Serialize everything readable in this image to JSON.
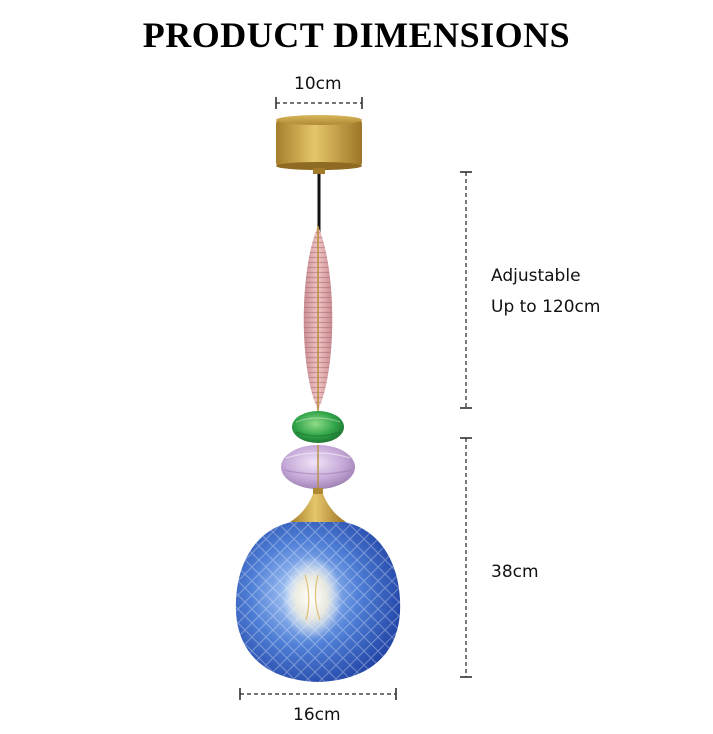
{
  "title": "PRODUCT DIMENSIONS",
  "dimensions": {
    "canopy_width": "10cm",
    "cable_length_line1": "Adjustable",
    "cable_length_line2": "Up to 120cm",
    "lamp_height": "38cm",
    "shade_diameter": "16cm"
  },
  "colors": {
    "brass": "#c9a446",
    "pink_glass": "#e8b0b2",
    "green_glass": "#2fa348",
    "lilac_glass": "#c6a9d8",
    "blue_glass": "#3d6bc9"
  }
}
